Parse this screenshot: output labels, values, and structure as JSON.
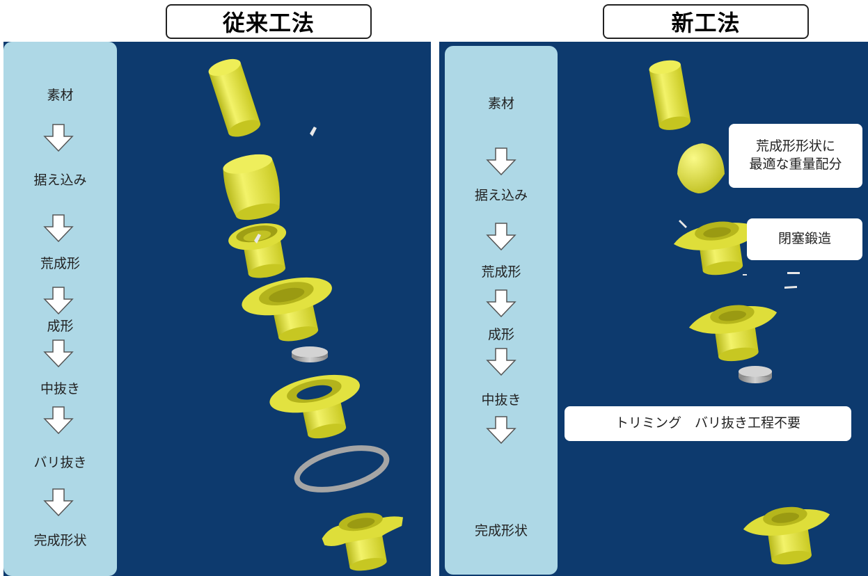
{
  "left": {
    "title": "従来工法",
    "steps": [
      "素材",
      "据え込み",
      "荒成形",
      "成形",
      "中抜き",
      "バリ抜き",
      "完成形状"
    ]
  },
  "right": {
    "title": "新工法",
    "steps": [
      "素材",
      "据え込み",
      "荒成形",
      "成形",
      "中抜き",
      "完成形状"
    ],
    "callouts": {
      "weight_line1": "荒成形形状に",
      "weight_line2": "最適な重量配分",
      "closed_forging": "閉塞鍛造",
      "trimming": "トリミング　バリ抜き工程不要"
    }
  },
  "colors": {
    "panel_bg": "#0d3a6e",
    "steps_bg": "#aed8e6",
    "part_yellow": "#e6e62a",
    "scrap_gray": "#9a9a9a"
  }
}
